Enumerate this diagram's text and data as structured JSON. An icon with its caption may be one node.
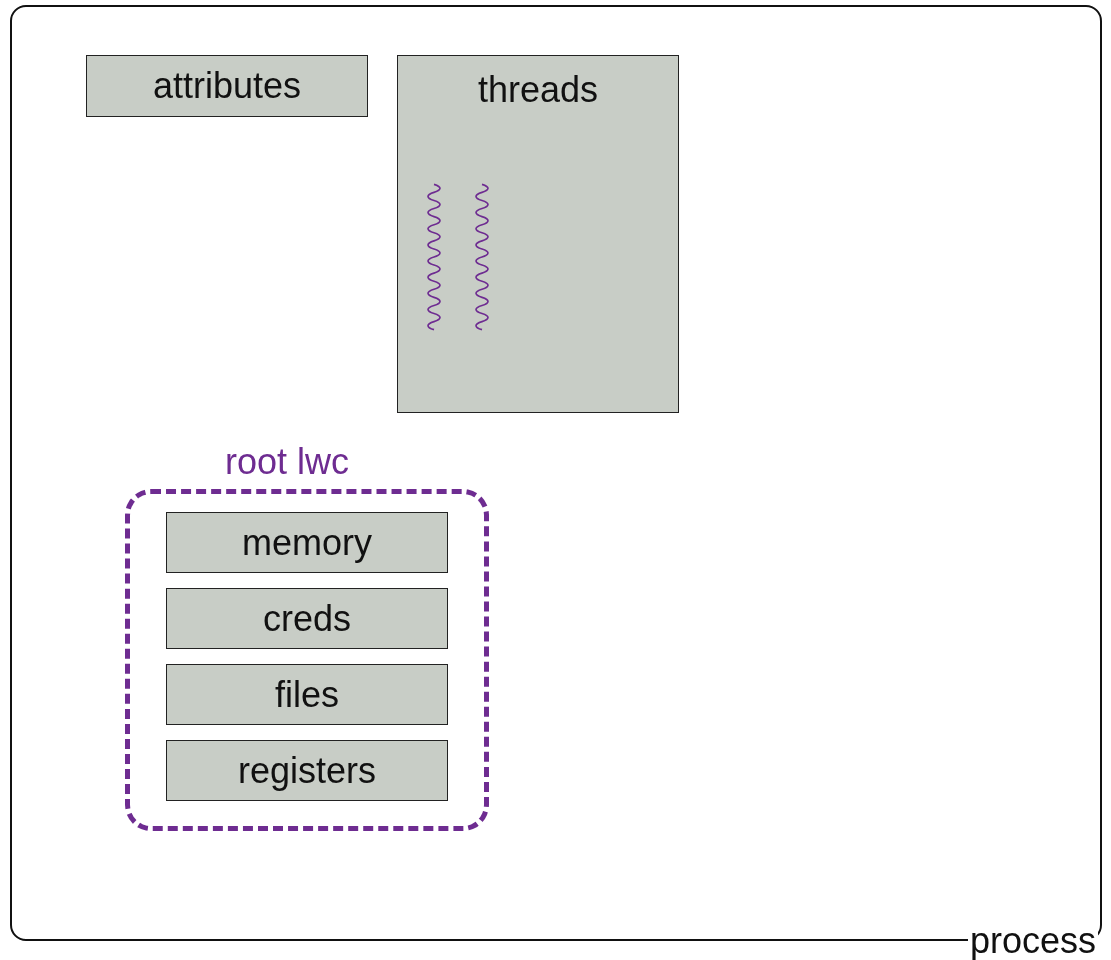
{
  "diagram": {
    "nodes": [
      {
        "text": [
          "process"
        ]
      },
      {
        "text": [
          "attributes"
        ],
        "in": 0
      },
      {
        "text": [
          "threads"
        ],
        "in": 0
      },
      {
        "text": [
          "root lwc"
        ],
        "in": 0
      },
      {
        "text": [
          "memory"
        ],
        "in": 3
      },
      {
        "text": [
          "creds"
        ],
        "in": 3
      },
      {
        "text": [
          "files"
        ],
        "in": 3
      },
      {
        "text": [
          "registers"
        ],
        "in": 3
      }
    ]
  }
}
